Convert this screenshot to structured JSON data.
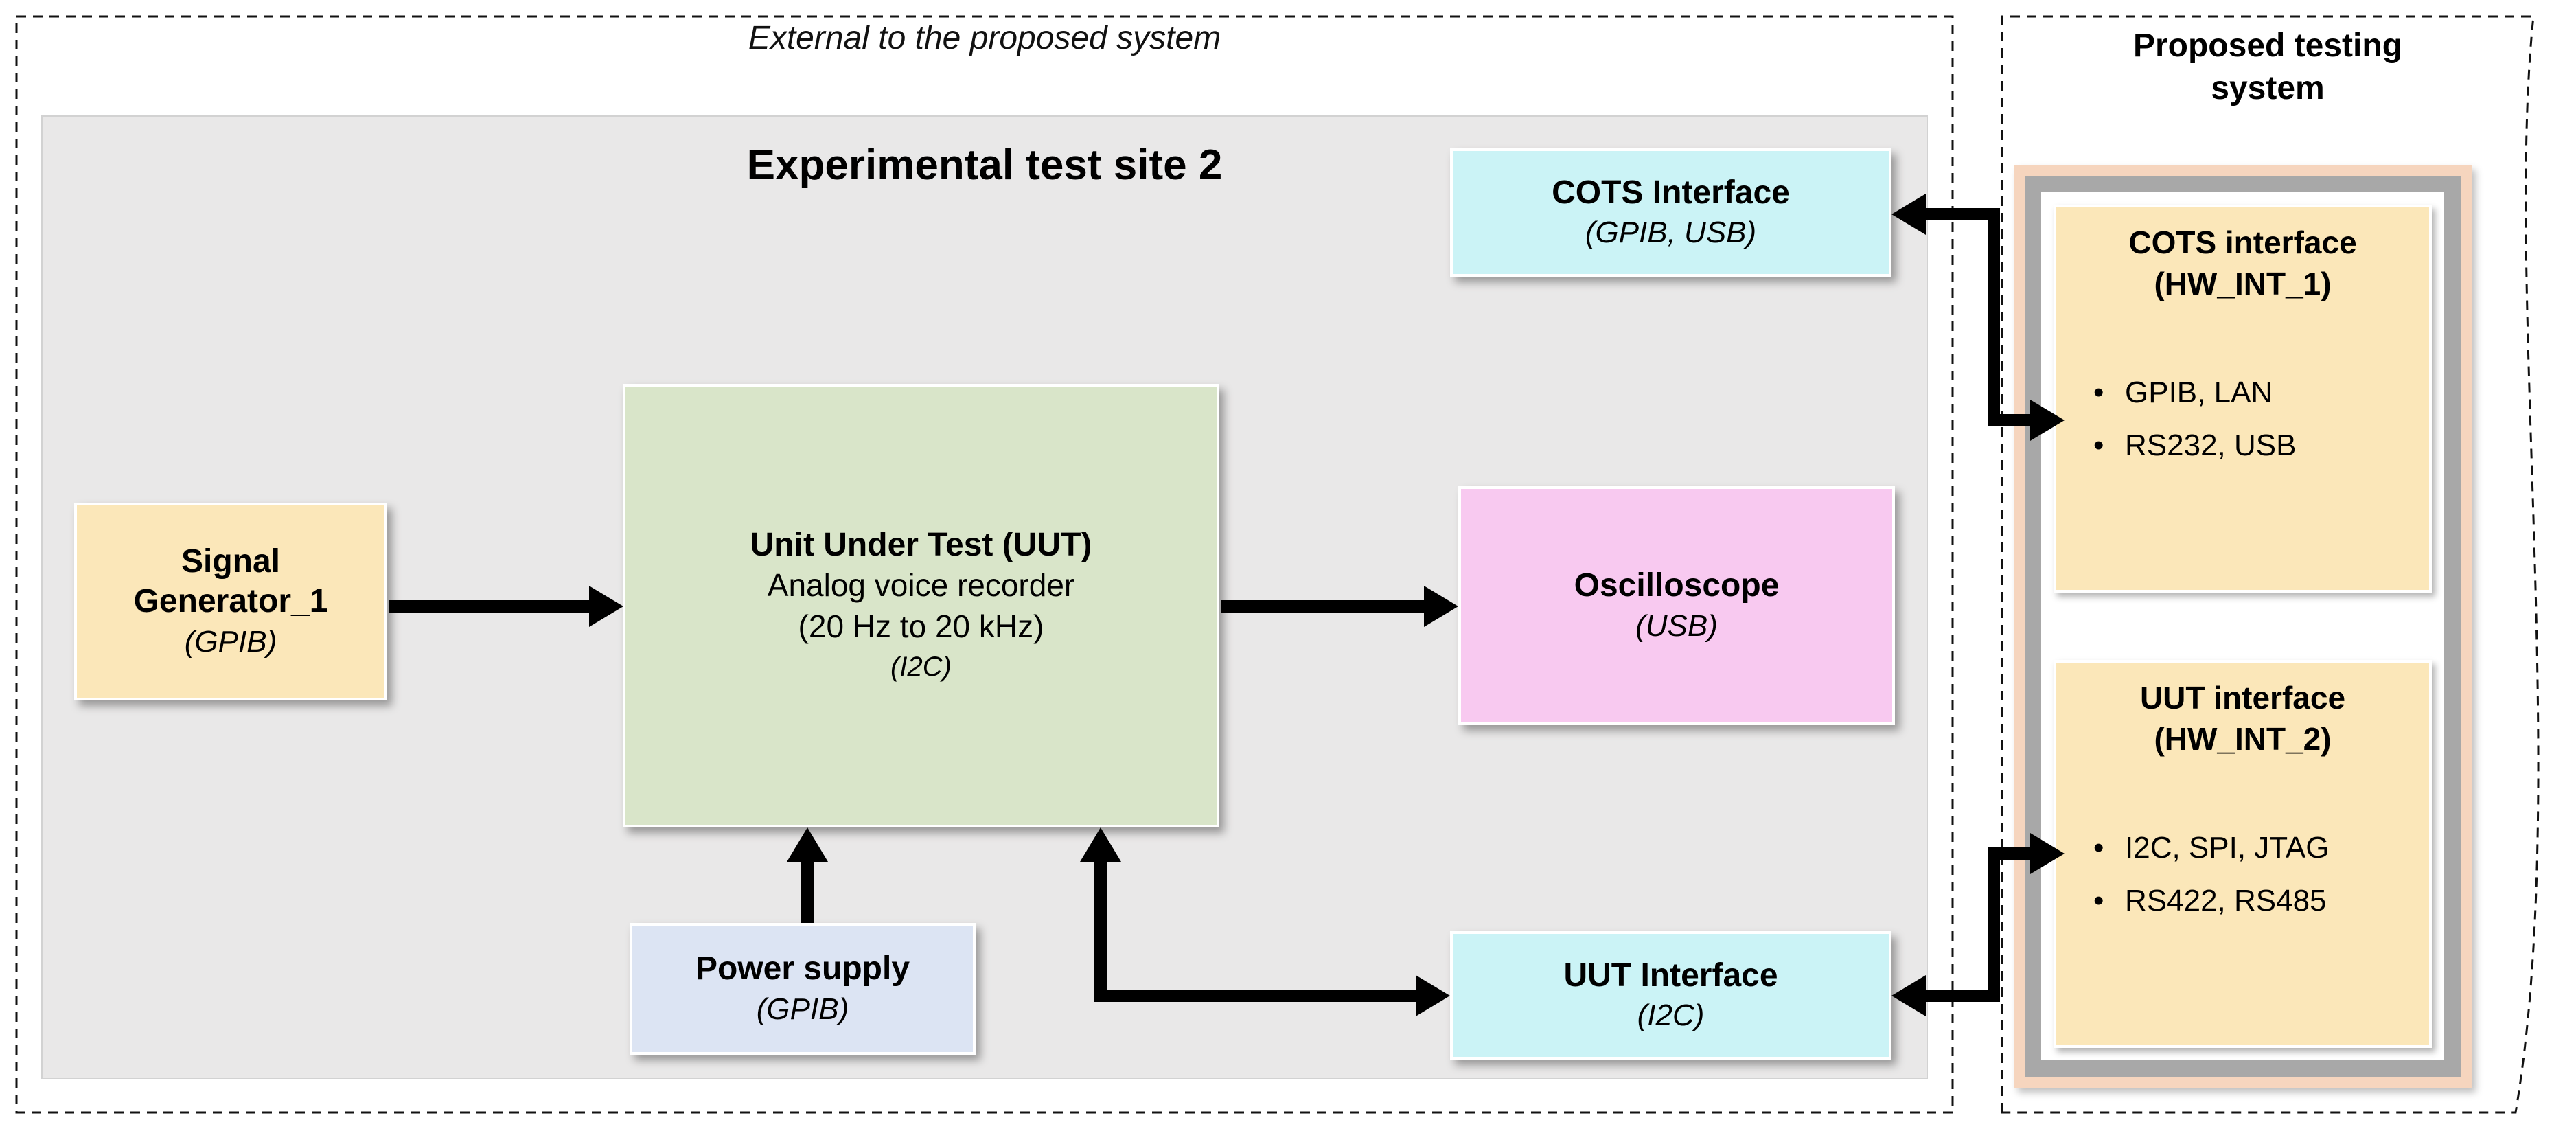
{
  "external_system": {
    "label": "External to the proposed system",
    "experimental_site": {
      "title": "Experimental test site 2",
      "signal_generator": {
        "title": "Signal Generator_1",
        "bus": "(GPIB)"
      },
      "unit_under_test": {
        "title": "Unit Under Test (UUT)",
        "description": "Analog voice recorder",
        "range": "(20 Hz to 20 kHz)",
        "bus": "(I2C)"
      },
      "oscilloscope": {
        "title": "Oscilloscope",
        "bus": "(USB)"
      },
      "power_supply": {
        "title": "Power supply",
        "bus": "(GPIB)"
      },
      "cots_interface": {
        "title": "COTS Interface",
        "bus": "(GPIB, USB)"
      },
      "uut_interface": {
        "title": "UUT Interface",
        "bus": "(I2C)"
      }
    }
  },
  "proposed_system": {
    "label": "Proposed testing system",
    "cots_interface_module": {
      "title": "COTS interface",
      "id": "(HW_INT_1)",
      "buses": [
        "GPIB, LAN",
        "RS232, USB"
      ]
    },
    "uut_interface_module": {
      "title": "UUT interface",
      "id": "(HW_INT_2)",
      "buses": [
        "I2C, SPI, JTAG",
        "RS422, RS485"
      ]
    }
  },
  "colors": {
    "instrument_box": "#FBE7B9",
    "uut_box": "#D9E5C9",
    "oscilloscope_box": "#F8C9F0",
    "power_supply_box": "#DCE4F3",
    "interface_box": "#CBF3F6",
    "site_panel": "#E9E8E8",
    "proposed_frame_outer": "#F6D5BE",
    "proposed_frame_inner": "#A8A8A8",
    "connector": "#000000"
  }
}
